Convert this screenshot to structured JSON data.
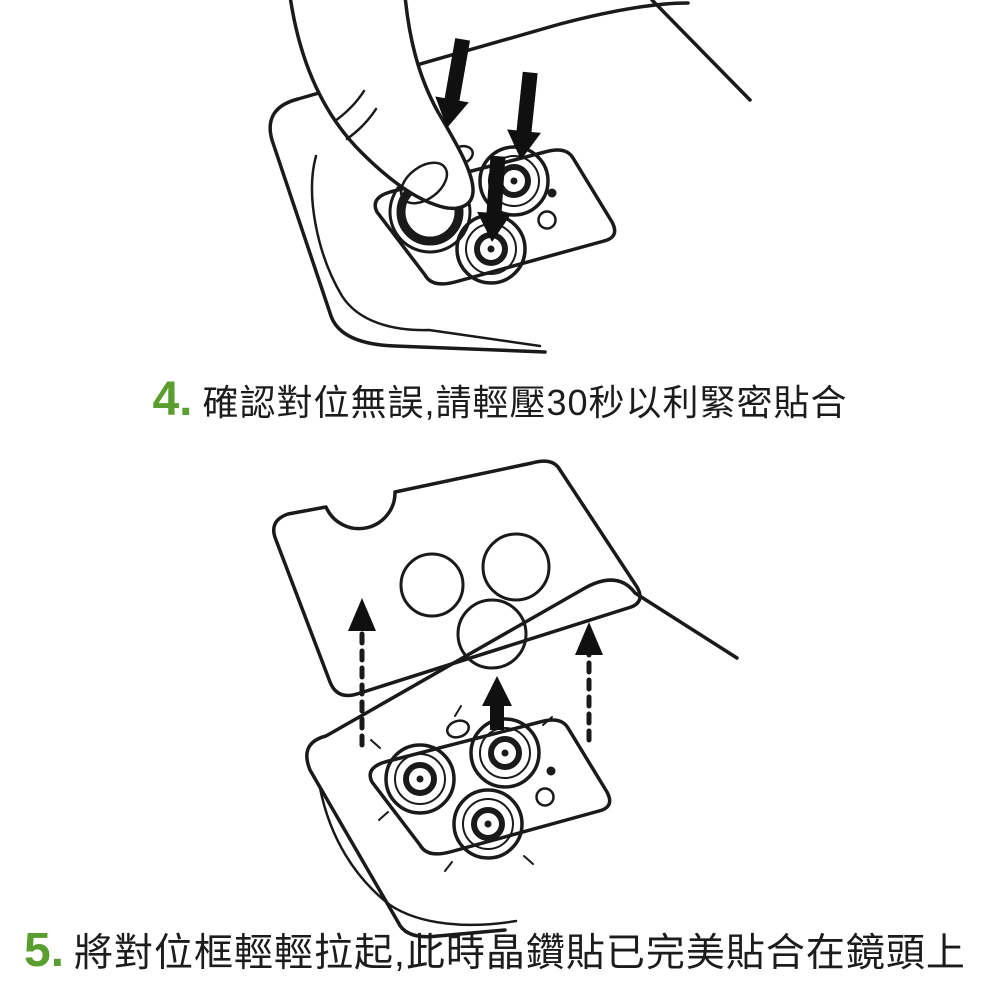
{
  "steps": {
    "step4": {
      "number": "4.",
      "text": "確認對位無誤,請輕壓30秒以利緊密貼合"
    },
    "step5": {
      "number": "5.",
      "text": "將對位框輕輕拉起,此時晶鑽貼已完美貼合在鏡頭上"
    }
  },
  "colors": {
    "accent_green": "#5a9e2f",
    "ink": "#1c1c1c",
    "line": "#1a1a1a",
    "background": "#ffffff"
  }
}
